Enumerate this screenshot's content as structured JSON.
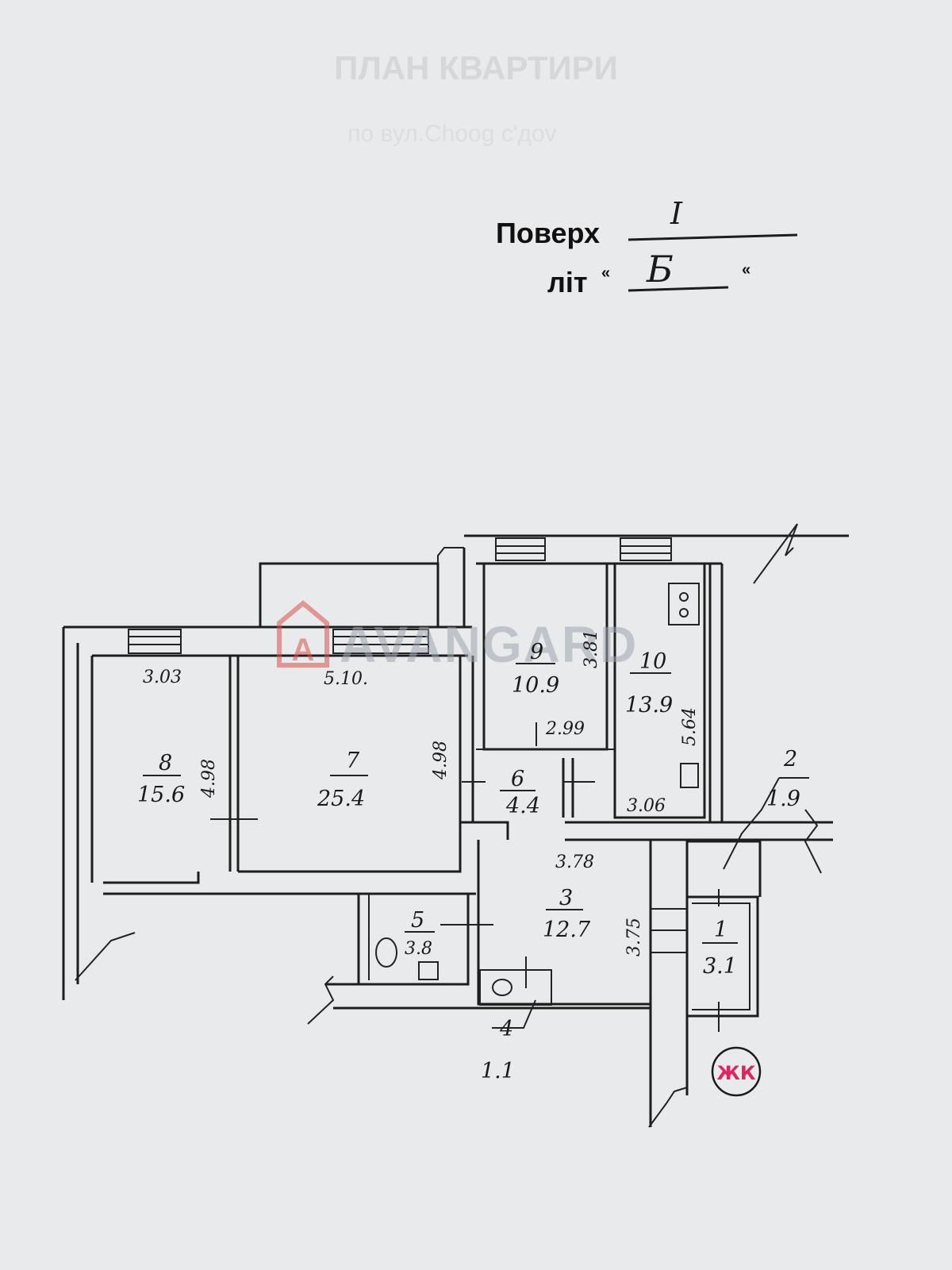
{
  "header": {
    "floor_label": "Поверх",
    "floor_value": "I",
    "lit_label": "літ",
    "quote_open": "«",
    "lit_value": "Б",
    "quote_close": "«",
    "faded_title_1": "ПЛАН КВАРТИРИ",
    "faded_title_2": "по вул.Сhoog c'дov"
  },
  "watermark": {
    "text": "AVANGARD",
    "color": "#d9534f"
  },
  "rooms": [
    {
      "id": "r1",
      "number": "1",
      "area": "3.1"
    },
    {
      "id": "r2",
      "number": "2",
      "area": "1.9"
    },
    {
      "id": "r3",
      "number": "3",
      "area": "12.7"
    },
    {
      "id": "r4",
      "number": "4",
      "area": "1.1"
    },
    {
      "id": "r5",
      "number": "5",
      "area": "3.8"
    },
    {
      "id": "r6",
      "number": "6",
      "area": "4.4"
    },
    {
      "id": "r7",
      "number": "7",
      "area": "25.4"
    },
    {
      "id": "r8",
      "number": "8",
      "area": "15.6"
    },
    {
      "id": "r9",
      "number": "9",
      "area": "10.9"
    },
    {
      "id": "r10",
      "number": "10",
      "area": "13.9"
    }
  ],
  "dimensions": {
    "r8_w": "3.03",
    "r8_h": "4.98",
    "r7_w": "5.10.",
    "r7_h": "4.98",
    "r9_w": "2.99",
    "r9_h": "3.81",
    "r10_w": "3.06",
    "r10_h": "5.64",
    "r3_w": "3.78",
    "r3_h": "3.75"
  },
  "stamp": {
    "text": "ЖК",
    "color": "#e0245e"
  }
}
